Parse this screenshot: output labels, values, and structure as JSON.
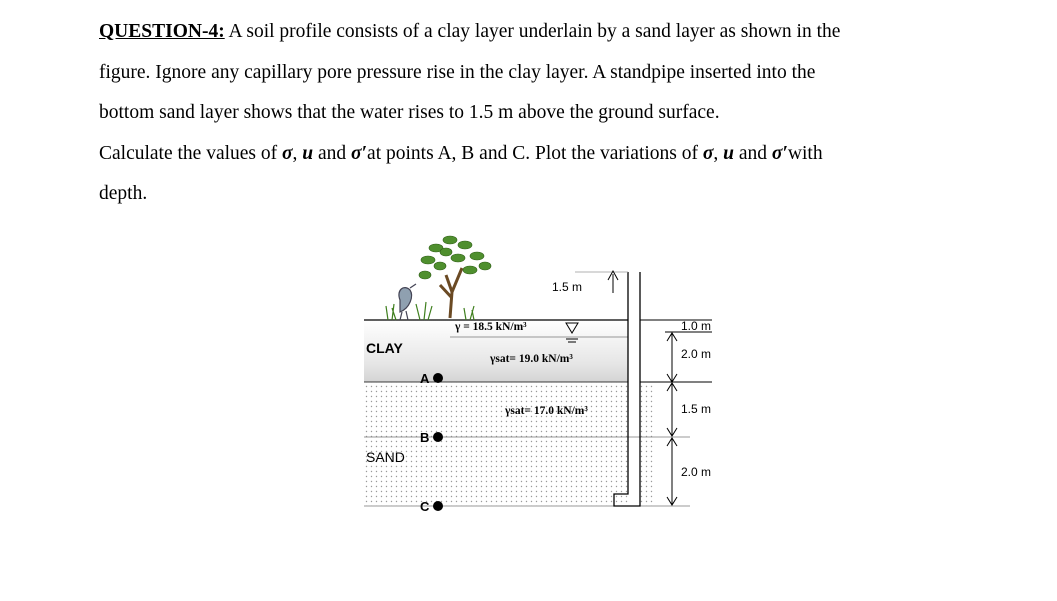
{
  "question": {
    "label": "QUESTION-4:",
    "line1_rest": " A soil profile consists of a clay layer underlain by a sand layer as shown in the",
    "line2": "figure. Ignore any capillary pore pressure rise in the clay layer. A standpipe inserted into the",
    "line3": "bottom sand layer shows that the water rises to 1.5 m above the ground surface.",
    "line4_part1": "Calculate the values of ",
    "sym_sigma": "σ",
    "sep_comma": ", ",
    "sym_u": "u",
    "word_and": " and ",
    "sym_sigma_eff": "σ′",
    "line4_part2": "at points A, B and C. Plot the variations of ",
    "sep_comma2": ",  ",
    "word_and2": " and ",
    "line4_part3": "with",
    "line5": "depth."
  },
  "figure": {
    "dim_top": "1.5 m",
    "gamma_clay_top": "γ = 18.5 kN/m³",
    "gamma_sat_clay": "γsat= 19.0 kN/m³",
    "gamma_sat_sand": "γsat= 17.0 kN/m³",
    "clay_label": "CLAY",
    "sand_label": "SAND",
    "point_a": "A",
    "point_b": "B",
    "point_c": "C",
    "dim_1": "1.0 m",
    "dim_2": "2.0 m",
    "dim_3": "1.5 m",
    "dim_4": "2.0 m"
  }
}
